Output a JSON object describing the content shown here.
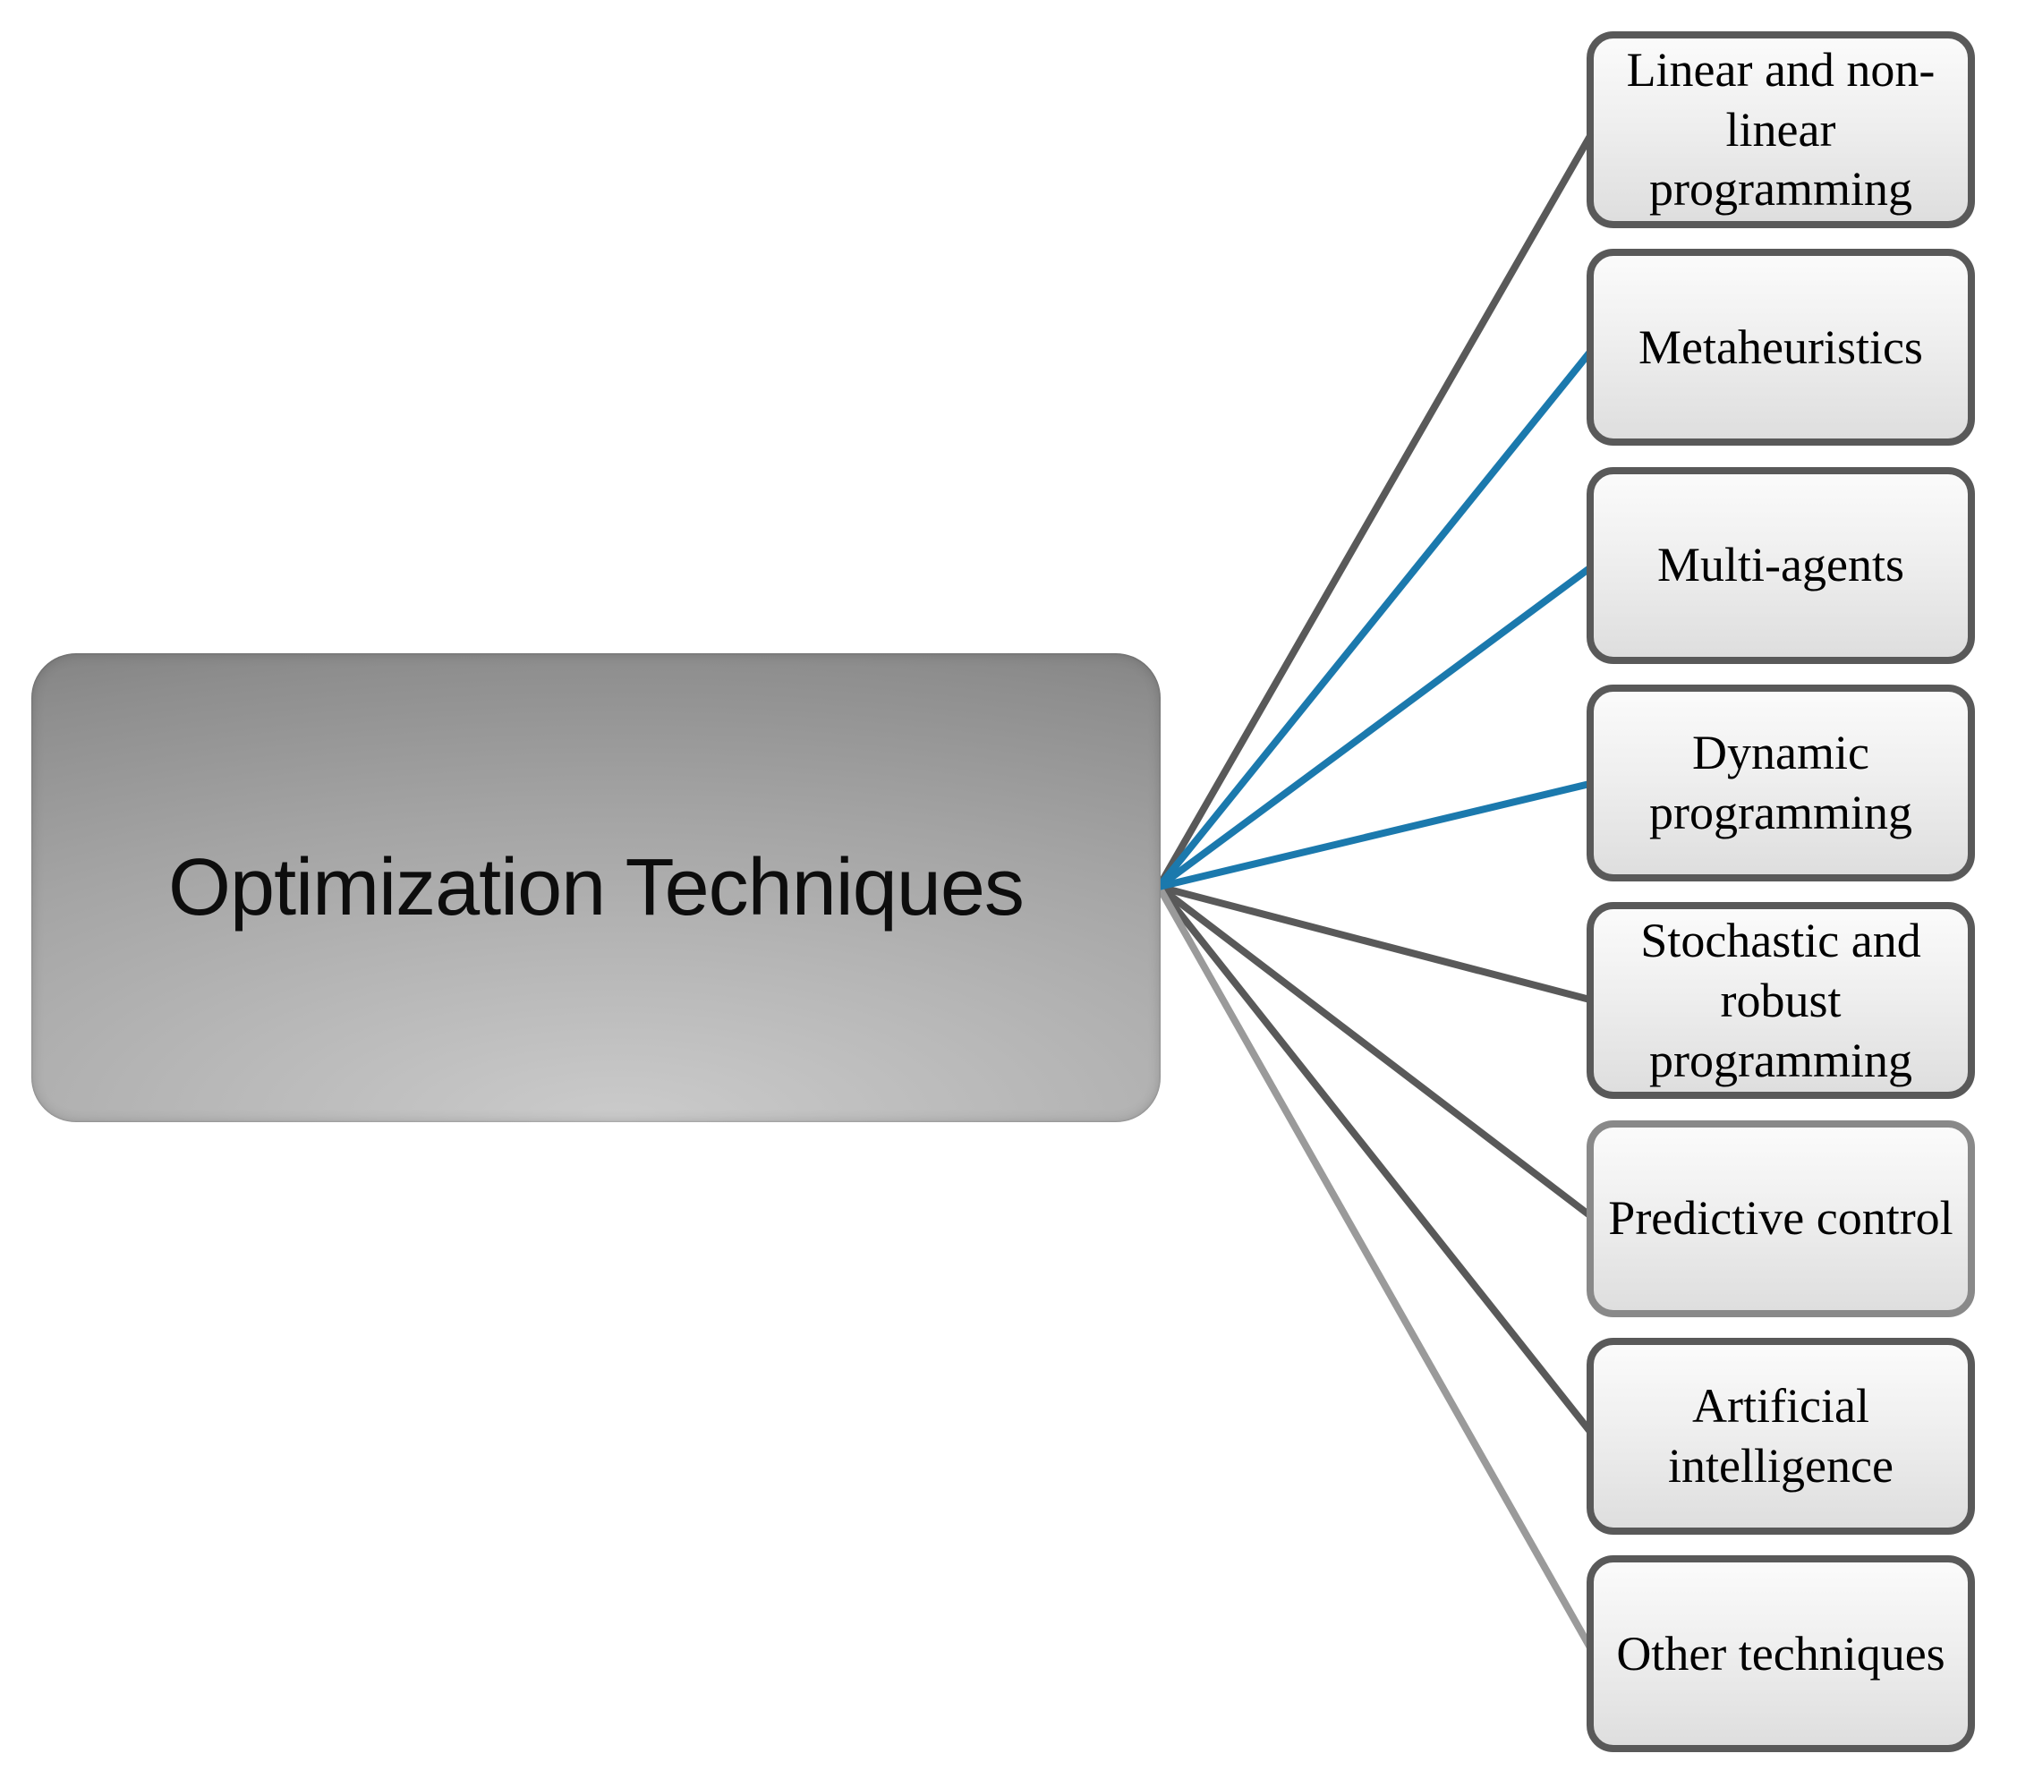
{
  "diagram": {
    "root": {
      "label": "Optimization Techniques"
    },
    "children": [
      {
        "label": "Linear and non-linear programming",
        "connector": "dark",
        "border": "dark"
      },
      {
        "label": "Metaheuristics",
        "connector": "blue",
        "border": "dark"
      },
      {
        "label": "Multi-agents",
        "connector": "blue",
        "border": "dark"
      },
      {
        "label": "Dynamic programming",
        "connector": "blue",
        "border": "dark"
      },
      {
        "label": "Stochastic and robust programming",
        "connector": "dark",
        "border": "dark"
      },
      {
        "label": "Predictive control",
        "connector": "dark",
        "border": "light"
      },
      {
        "label": "Artificial intelligence",
        "connector": "dark",
        "border": "dark"
      },
      {
        "label": "Other techniques",
        "connector": "light",
        "border": "dark"
      }
    ],
    "colors": {
      "connector_blue": "#1b79ad",
      "connector_dark": "#595959",
      "connector_light": "#9a9a9a",
      "box_border_dark": "#595959",
      "box_border_light": "#898989"
    }
  }
}
